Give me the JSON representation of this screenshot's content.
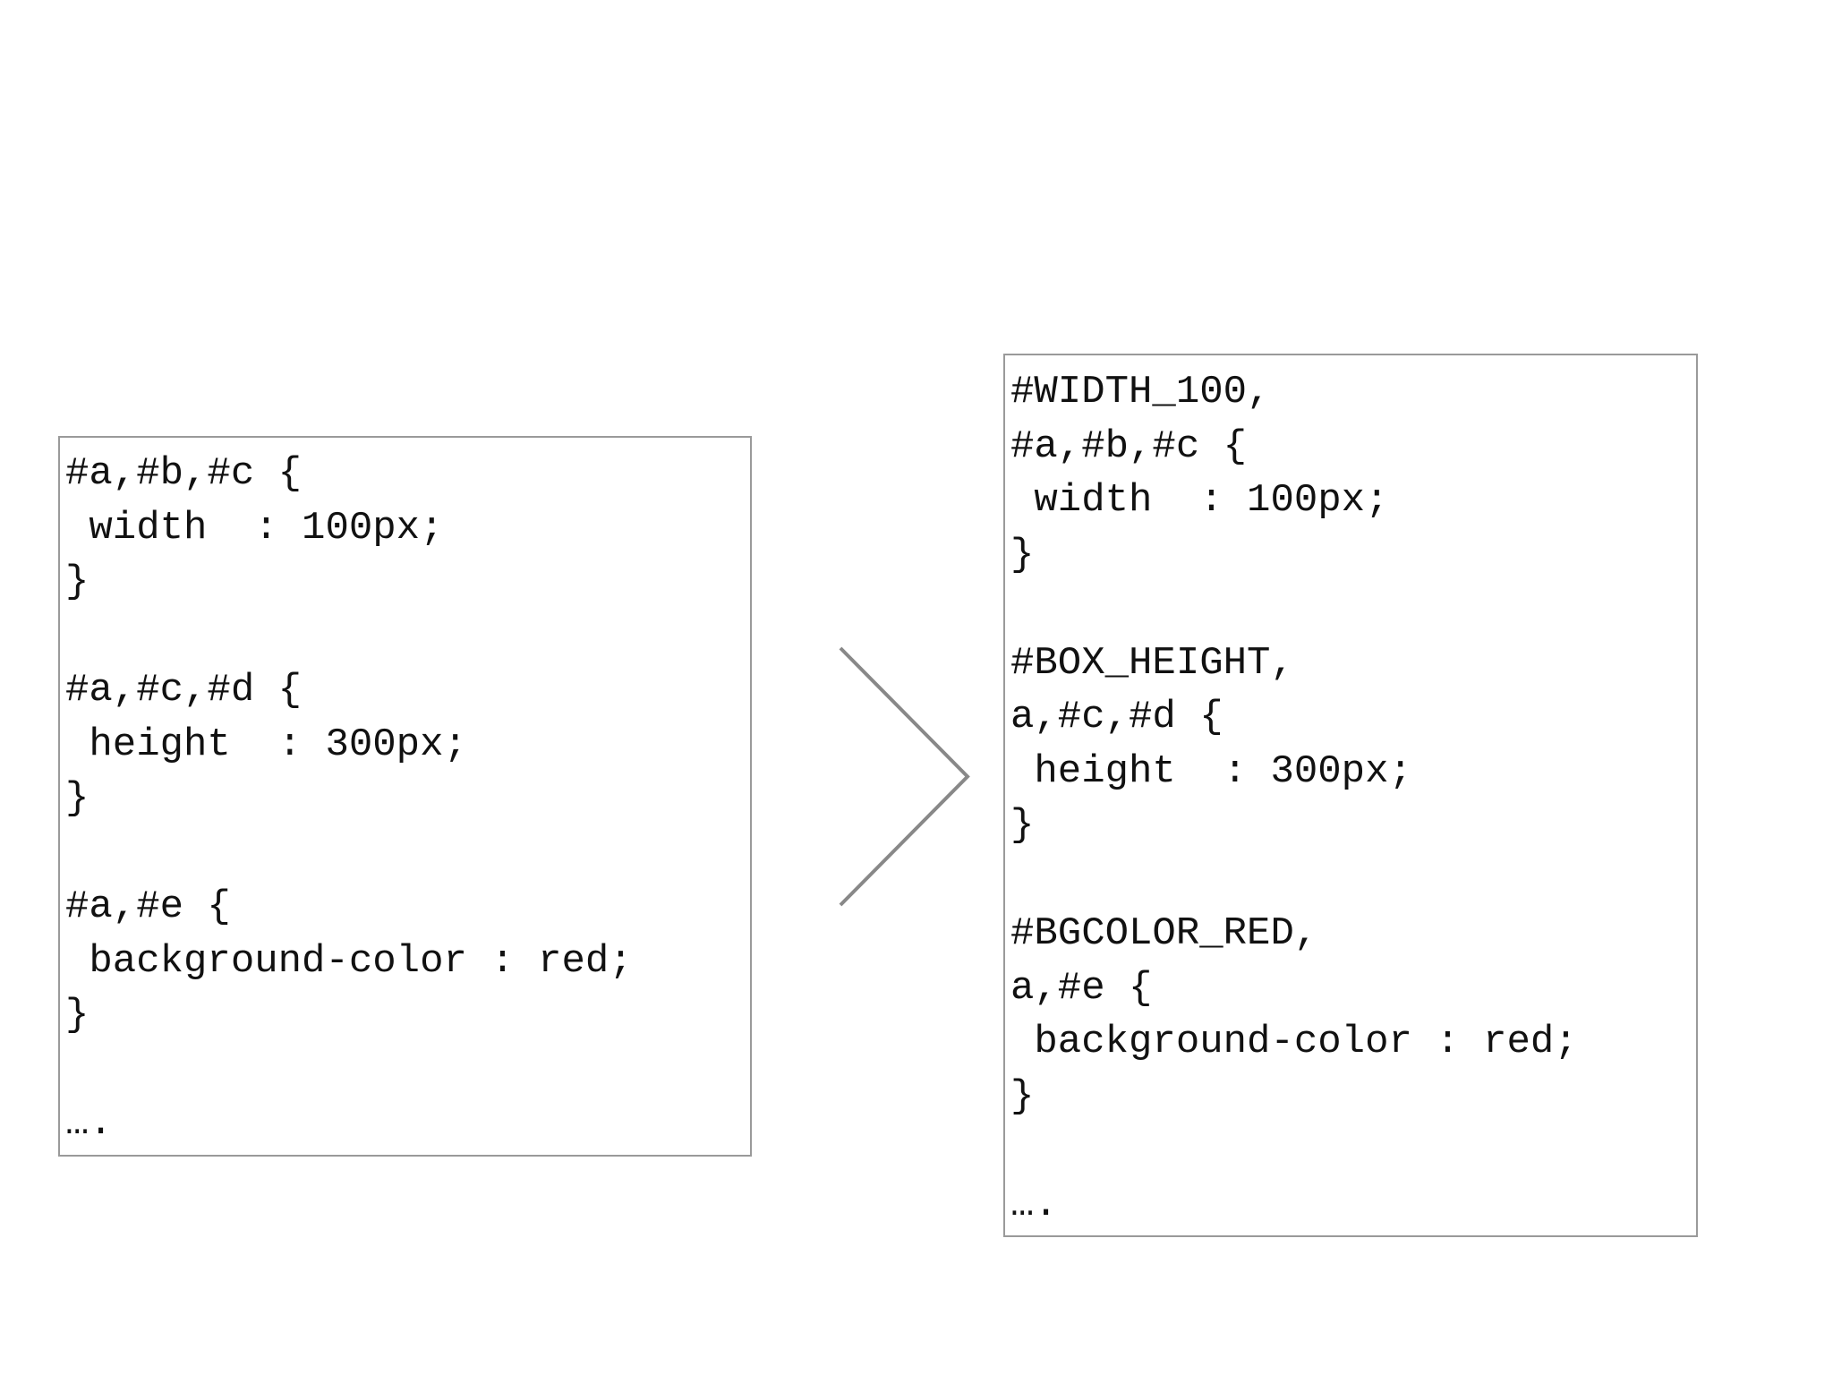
{
  "before": {
    "lines": [
      "#a,#b,#c {",
      " width  : 100px;",
      "}",
      "",
      "#a,#c,#d {",
      " height  : 300px;",
      "}",
      "",
      "#a,#e {",
      " background-color : red;",
      "}",
      "",
      "…."
    ]
  },
  "after": {
    "lines": [
      "#WIDTH_100,",
      "#a,#b,#c {",
      " width  : 100px;",
      "}",
      "",
      "#BOX_HEIGHT,",
      "a,#c,#d {",
      " height  : 300px;",
      "}",
      "",
      "#BGCOLOR_RED,",
      "a,#e {",
      " background-color : red;",
      "}",
      "",
      "…."
    ]
  },
  "arrow": {
    "icon": "chevron-right-icon",
    "color": "#888888"
  }
}
